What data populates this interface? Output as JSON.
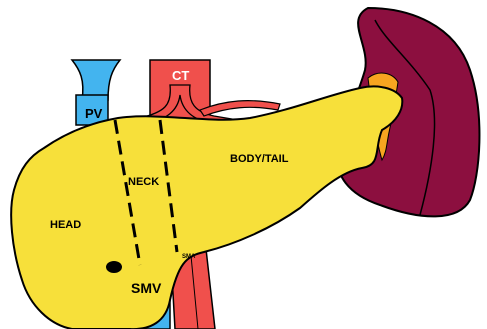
{
  "labels": {
    "pv": "PV",
    "ct": "CT",
    "neck": "NECK",
    "body_tail": "BODY/TAIL",
    "head": "HEAD",
    "smv": "SMV",
    "sma": "SMA"
  },
  "colors": {
    "pancreas": "#f7e03a",
    "spleen": "#8c0f3f",
    "vein": "#43b4ef",
    "artery": "#f0504c",
    "outline": "#000000",
    "background": "#ffffff"
  }
}
